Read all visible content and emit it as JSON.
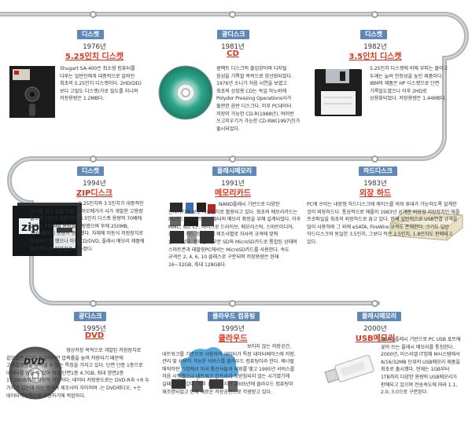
{
  "colors": {
    "category_bg": "#5f88b8",
    "title_red": "#d8351c",
    "track": "#b0b5ba"
  },
  "items": [
    {
      "category": "디스켓",
      "year": "1976년",
      "name": "5.25인치 디스켓",
      "desc": "Shugart SA-400은 최소형 컴퓨터를 다루는 일반인에게 대중적으로 알려진 최초의 5.25인치 디스켓이다. 2HD(DD)보다 고밀도 디스켓(가로 밀도를 지니며 저장용량은 1.2MB다."
    },
    {
      "category": "광디스크",
      "year": "1981년",
      "name": "CD",
      "desc": "콤팩트 디스크의 출입양이며 디지털 음성을 기록할 목적으로 양산화되었다. 1976년 소니가 처음 시연을 보였고 최초의 상업용 CD는 독일 하노버에 Polydor Pressing Operations사가 출판한 음반 디스크다. 이후 PC데이터 저장이 가능한 CD-R(1988년), 여러번 쓰고지우기가 가능한 CD-RW(1997년)가 출시되었다."
    },
    {
      "category": "디스켓",
      "year": "1982년",
      "name": "3.5인치 디스켓",
      "desc": "5.25인치 디스켓에 비해 부피는 줄이고 두께는 늘려 안정성을 높인 제품이다. IBM의 제품은 HP 디스켓으로 단면 기록밀도였으나 이후 2HD로 상용화되었다. 저장용량은 1.44MB다."
    },
    {
      "category": "디스켓",
      "year": "1994년",
      "name": "ZIP디스크",
      "desc": "5.25인치와 3.5인치가 대중적인 인기를 얻고 있을 무렵, 아이오메가가 사가 개발한 고용량 플로피 디스크 제품이다. 3.5인치 디스켓 용량의 70배에 달하는 100MB 용량을 자랑했으며 후에 250MB, 750MB까지 용량이 증가했다. 자체에 이동식 저장장치로 부상하는 듯 했으나 이후 CD/DVD, 플래시 메모리 제품에 밀려 역사의 뒤안길로 사라졌다."
    },
    {
      "category": "플래시메모리",
      "year": "1991년",
      "name": "메모리카드",
      "desc": "NAND플래시 기반으로 다양한 전자기기의 보조 저장장치로 활용되고 있다. 최초의 메모리카드는 PC카드로서 노트북 컴퓨터의 메모리 확장을 위해 설계되었다. 이후 MMC, SD, CF, 마이크로 드라이브, 메모리스틱, 스마트미디어, XD픽처 카드 등과 같이 제조사별로 자사의 규격에 맞춰 출시되었다. 현재는 대부분 SD와 MicroSD카드로 통합된 상태며 스마트폰과 태블릿PC에서는 MicroSD카드를 사용한다. 속도 규격은 2, 4, 6, 10 클래스로 구분되며 저장용량은 현재 16~32GB, 최대 128GB다."
    },
    {
      "category": "하드디스크",
      "year": "1983년",
      "name": "외장 하드",
      "desc": "PC에 쓰이는 내장형 하드디스크에 케이스를 씌워 휴대가 가능하도록 설계한 것이 외장하드다. 통상적으로 애플이 1983년 공개한 외장형 저장장치인 애플 프로파일을 최초의 외장하드로 꼽고 있다. 현재 일반적으로 USB연결 규격을 많이 사용하며 그 외에 eSATA, FireWire 규격도 존재한다. 크기도 일반 하드디스크와 동일한 3.5인치, 그보다 작은 2.5인치, 1.8인치도 판매되고 있다."
    },
    {
      "category": "광디스크",
      "year": "1995년",
      "name": "DVD",
      "desc": "영상저장 목적으로 개발된 저장장치로 겉모습은 CD와 동일하지만 압축률을 높여 저장되기 때문에 고화질영상을 담아낼 수 있는 특징을 가지고 있다. 단면 단층 1층으로 데이터를 담을 수 있어 최소 단면1층 4.7GB, 최대 양면2층 17.08GB까지 저장이 가능하다. 데이터 저장용도로는 DVD-R과 +R 두 가지가 있는데 이는 방식과 제조사의 차이이며 -는 DVD레디오, +는 데이터백업용으로 사용하기에 적합하다."
    },
    {
      "category": "클라우드 컴퓨팅",
      "year": "1995년",
      "name": "클라우드",
      "desc": "보이지 않는 저장공간, 네트워크를 기반으로 사용자의 데이터가 특정 데이터베이스에 저장, 관리 및 사용이 가능한 서비스를 클라우드 컴퓨팅이라 한다. 제너럴 매직이란 기업에서 미국 통신사들과 제휴를 맺고 1995년 서비스를 처음 시작했으나 네트워크 인프라가 뒷받침되지 않는 시기였기에 실패로 돌아갔다. 이후 10년이 지난 2005년에 클라우드 컴퓨팅이 재조명되었고 현재 새로운 저장공간으로 각광받고 있다."
    },
    {
      "category": "플래시메모리",
      "year": "2000년",
      "name": "USB메모리",
      "desc": "NAND플래시 기반으로 PC USB 포트에 꽂아 쓰는 플래시 메모리를 통칭한다. 2000년, 이스라엘 IT업체 M시스템에서 8/16/32MB 단위의 USB메모리 제품을 최초로 출시했다. 현재는 1GB부터 1TB까지 다양한 용량의 USB메모리가 판매되고 있으며 전송속도에 따라 1.1, 2.0, 3.0으로 구분된다."
    }
  ]
}
